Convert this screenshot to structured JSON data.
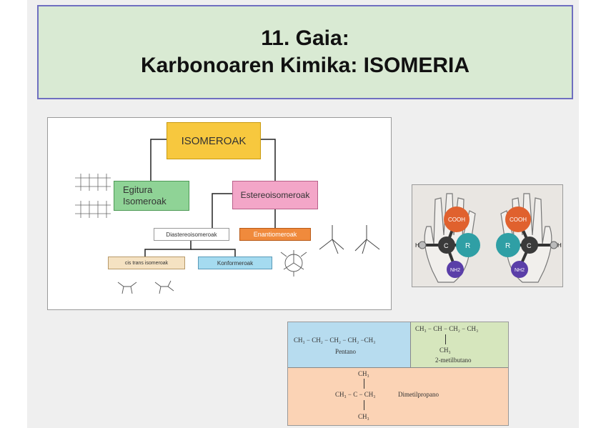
{
  "title": {
    "line1": "11. Gaia:",
    "line2": "Karbonoaren Kimika: ISOMERIA"
  },
  "diagram": {
    "root": "ISOMEROAK",
    "egitura_line1": "Egitura",
    "egitura_line2": "Isomeroak",
    "estereo": "Estereoisomeroak",
    "diastereo": "Diastereoisomeroak",
    "enantio": "Enantiomeroak",
    "cis_trans": "cis trans isomeroak",
    "konformero": "Konformeroak"
  },
  "hands": {
    "left_top": "COOH",
    "left_center": "C",
    "left_right": "R",
    "left_left": "H",
    "left_bottom": "NH2",
    "right_top": "COOH",
    "right_center": "C",
    "right_left": "R",
    "right_right": "H",
    "right_bottom": "NH2"
  },
  "formulas": {
    "pentano_formula": "CH₃ − CH₂ − CH₂ − CH₂ −CH₃",
    "pentano_name": "Pentano",
    "metil_formula": "CH₃ − CH − CH₂ − CH₃",
    "metil_branch": "CH₃",
    "metil_name": "2-metilbutano",
    "dimetil_top": "CH₃",
    "dimetil_formula": "CH₃ − C − CH₃",
    "dimetil_bottom": "CH₃",
    "dimetil_name": "Dimetilpropano"
  },
  "colors": {
    "title_bg": "#d9ead3",
    "title_border": "#6f6fc0",
    "root_node": "#f7c83e",
    "egitura_node": "#8fd396",
    "estereo_node": "#f3a6c8",
    "enantio_node": "#f08a3c",
    "cis_node": "#f5e2c2",
    "konfor_node": "#a5dbf0"
  }
}
